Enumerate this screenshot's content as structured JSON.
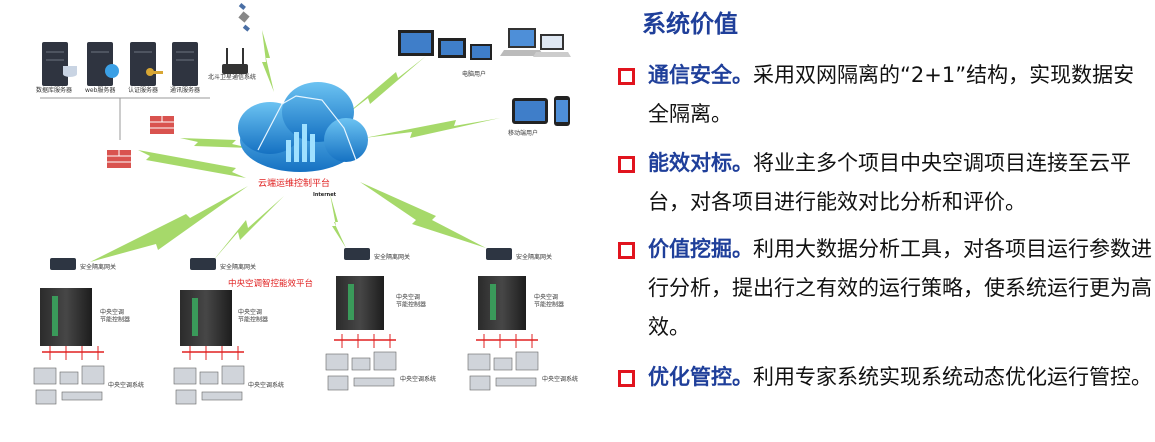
{
  "diagram": {
    "servers": [
      "数据库服务器",
      "web服务器",
      "认证服务器",
      "通讯服务器"
    ],
    "beidou_label": "北斗卫星通信系统",
    "pc_users": "电脑用户",
    "mobile_users": "移动端用户",
    "cloud_title": "云端运维控制平台",
    "internet": "Internet",
    "gateway": "安全隔离网关",
    "controller": "中央空调\n节能控制器",
    "ac_system": "中央空调系统",
    "platform_label": "中央空调智控能效平台"
  },
  "panel": {
    "title": "系统价值",
    "items": [
      {
        "head": "通信安全。",
        "body": "采用双网隔离的“2+1”结构，实现数据安全隔离。"
      },
      {
        "head": "能效对标。",
        "body": "将业主多个项目中央空调项目连接至云平台，对各项目进行能效对比分析和评价。"
      },
      {
        "head": "价值挖掘。",
        "body": "利用大数据分析工具，对各项目运行参数进行分析，提出行之有效的运行策略，使系统运行更为高效。"
      },
      {
        "head": "优化管控。",
        "body": "利用专家系统实现系统动态优化运行管控。"
      }
    ]
  },
  "colors": {
    "accent": "#1f3f9a",
    "bullet": "#e1141e",
    "cloud": "#2a8fd6",
    "lightning": "#a6d96a",
    "link_red": "#e02020"
  }
}
